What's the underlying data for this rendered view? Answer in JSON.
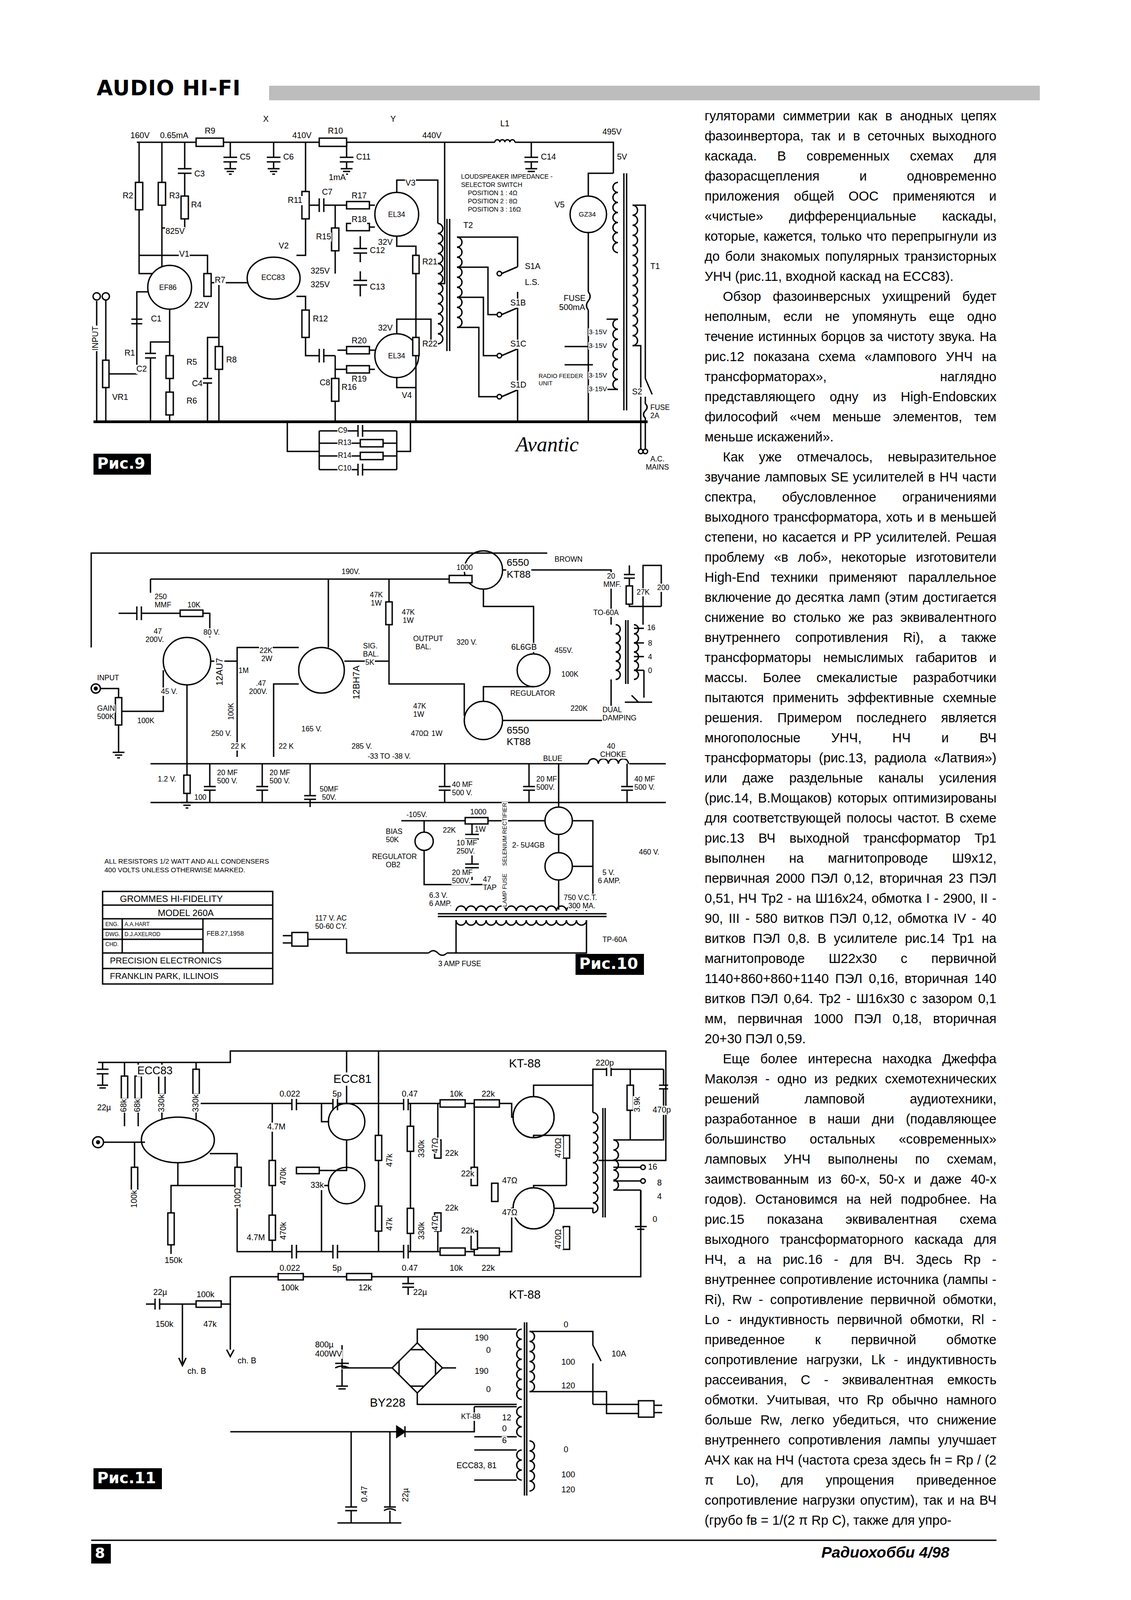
{
  "diagram": {
    "title": "AUDIO HI-FI",
    "nodes": [
      {
        "text": [
          "Рис.9"
        ]
      },
      {
        "text": [
          "Рис.10"
        ]
      },
      {
        "text": [
          "Рис.11"
        ]
      },
      {
        "text": [
          "8"
        ]
      }
    ],
    "labels": [
      "гуляторами симметрии как в анодных цепях фазоинвертора, так и в сеточных выходного каскада. В современных схемах для фазорасщепления и одновременно приложения общей ООС применяются и «чистые» дифференциальные каскады, которые, кажется, только что перепрыгнули из до боли знакомых популярных транзисторных УНЧ (рис.11, входной каскад на ECC83).",
      "Обзор фазоинверсных ухищрений будет неполным, если не упомянуть еще одно течение истинных борцов за чистоту звука. На рис.12 показана схема «лампового УНЧ на трансформаторах», наглядно представляющего одну из High-Endовских философий «чем меньше элементов, тем меньше искажений».",
      "Как уже отмечалось, невыразительное звучание ламповых SE усилителей в НЧ части спектра, обусловленное ограничениями выходного трансформатора, хоть и в меньшей степени, но касается и PP усилителей. Решая проблему «в лоб», некоторые изготовители High-End техники применяют параллельное включение до десятка ламп (этим достигается снижение во столько же раз эквивалентного внутреннего сопротивления Ri), а также трансформаторы немыслимых габаритов и массы. Более смекалистые разработчики пытаются применить эффективные схемные решения. Примером последнего является многополосные УНЧ, НЧ и ВЧ трансформаторы (рис.13, радиола «Латвия») или даже раздельные каналы усиления (рис.14, В.Мощаков) которых оптимизированы для соответствующей полосы частот. В схеме рис.13 ВЧ выходной трансформатор Тр1 выполнен на магнитопроводе Ш9х12, первичная 2000 ПЭЛ 0,12, вторичная 23 ПЭЛ 0,51, НЧ Тр2 - на Ш16х24, обмотка I - 2900, II - 90, III - 580 витков ПЭЛ 0,12, обмотка IV - 40 витков ПЭЛ 0,8. В усилителе рис.14 Тр1 на магнитопроводе Ш22х30 с первичной 1140+860+860+1140 ПЭЛ 0,16, вторичная 140 витков ПЭЛ 0,64. Тр2 - Ш16х30 с зазором 0,1 мм, первичная 1000 ПЭЛ 0,18, вторичная 20+30 ПЭЛ 0,59.",
      "Еще более интересна находка Джеффа Маколэя - одно из редких схемотехнических решений ламповой аудиотехники, разработанное в наши дни (подавляющее большинство остальных «современных» ламповых УНЧ выполнены по схемам, заимствованным из 60-х, 50-х и даже 40-х годов). Остановимся на ней подробнее. На рис.15 показана эквивалентная схема выходного трансформаторного каскада для НЧ, а на рис.16 - для ВЧ. Здесь Rp - внутреннее сопротивление источника (лампы -Ri), Rw - сопротивление первичной обмотки, Lo - индуктивность первичной обмотки, Rl - приведенное к первичной обмотке сопротивление нагрузки, Lk - индуктивность рассеивания, C - эквивалентная емкость обмотки. Учитывая, что Rp обычно намного больше Rw, легко убедиться, что снижение внутреннего сопротивления лампы улучшает АЧХ как на НЧ (частота среза здесь fн = Rp / (2 π Lo), для упрощения приведенное сопротивление нагрузки опустим), так и на ВЧ (грубо fв = 1/(2 π Rp C), также для упро-",
      "Радиохобби 4/98",
      "160V",
      "0.65mA",
      "R9",
      "X",
      "410V",
      "R10",
      "Y",
      "440V",
      "L1",
      "495V",
      "C5",
      "C6",
      "C11",
      "C14",
      "C3",
      "R2",
      "R3",
      "R4",
      "825V",
      "V1",
      "EF86",
      "22V",
      "V2",
      "ECC83",
      "325V",
      "325V",
      "R7",
      "R11",
      "1mA",
      "C7",
      "R17",
      "R18",
      "R15",
      "C12",
      "C13",
      "R16",
      "R19",
      "R20",
      "C8",
      "R12",
      "V3",
      "EL34",
      "32V",
      "R21",
      "V4",
      "EL34",
      "32V",
      "R22",
      "T2",
      "LOUDSPEAKER IMPEDANCE -",
      "SELECTOR SWITCH",
      "POSITION 1 : 4Ω",
      "POSITION 2 : 8Ω",
      "POSITION 3 : 16Ω",
      "S1A",
      "L.S.",
      "S1B",
      "S1C",
      "S1D",
      "V5",
      "GZ34",
      "5V",
      "FUSE",
      "500mA",
      "T1",
      "3·15V",
      "3·15V",
      "3·15V",
      "3·15V",
      "RADIO FEEDER",
      "UNIT",
      "S2",
      "FUSE",
      "2A",
      "A.C.",
      "MAINS",
      "INPUT",
      "VR1",
      "C1",
      "R1",
      "C2",
      "R5",
      "R6",
      "C4",
      "R8",
      "C9",
      "R13",
      "R14",
      "C10",
      "Avantic",
      "190V.",
      "1000",
      "6550",
      "KT88",
      "BROWN",
      "250",
      "MMF",
      "10K",
      "47",
      "200V.",
      "80 V.",
      "47K",
      "1W",
      "47K",
      "1W",
      "OUTPUT",
      "BAL.",
      "SIG.",
      "BAL.",
      "5K",
      "12BH7A",
      "22K",
      "2W",
      ".47",
      "200V.",
      "1M",
      "12AU7",
      "INPUT",
      "GAIN",
      "500K",
      "100K",
      "100K",
      "45 V.",
      "250 V.",
      "1.2 V.",
      "100",
      "22 K",
      "20 MF",
      "500 V.",
      "22 K",
      "20 MF",
      "500 V.",
      "165 V.",
      "285 V.",
      "-33 TO -38 V.",
      "470Ω",
      "1W",
      "50MF",
      "50V.",
      "40 MF",
      "500 V.",
      "47K",
      "1W",
      "6550",
      "KT88",
      "320 V.",
      "6L6GB",
      "REGULATOR",
      "455V.",
      "100K",
      "220K",
      "BLUE",
      "20",
      "MMF.",
      "27K",
      "200",
      "TO-60A",
      "16",
      "8",
      "4",
      "0",
      "DUAL",
      "DAMPING",
      "40",
      "CHOKE",
      "20 MF",
      "500V.",
      "40 MF",
      "500 V.",
      "2- 5U4GB",
      "460 V.",
      "5 V.",
      "6 AMP.",
      "750 V.C.T.",
      "300 MA.",
      "6.3 V.",
      "6 AMP.",
      "BIAS",
      "50K",
      "REGULATOR",
      "OB2",
      "-105V.",
      "1000",
      "1W",
      "22K",
      "10 MF",
      "250V.",
      "20 MF",
      "500V.",
      "47",
      "TAP",
      "SELENIUM RECTIFIER",
      "LAMP FUSE",
      "TP-60A",
      "ALL RESISTORS 1/2 WATT AND ALL CONDENSERS 400 VOLTS UNLESS OTHERWISE MARKED.",
      "117 V. AC",
      "50-60 CY.",
      "3 AMP FUSE",
      "GROMMES HI-FIDELITY",
      "MODEL 260A",
      "ENG.",
      "A.A.HART",
      "DWG.",
      "D.J.AXELROD",
      "CHD.",
      "FEB.27,1958",
      "PRECISION ELECTRONICS",
      "FRANKLIN PARK, ILLINOIS",
      "ECC83",
      "ECC81",
      "KT-88",
      "220p",
      "3.9k",
      "470p",
      "22µ",
      "68k",
      "68k",
      "330k",
      "330k",
      "0.022",
      "5p",
      "0.47",
      "10k",
      "22k",
      "4.7M",
      "470k",
      "33k",
      "470k",
      "4.7M",
      "47k",
      "47k",
      "330k",
      "330k",
      "47Ω",
      "47Ω",
      "22k",
      "22k",
      "22k",
      "22k",
      "47Ω",
      "47Ω",
      "470Ω",
      "470Ω",
      "16",
      "8",
      "4",
      "0",
      "100k",
      "100Ω",
      "150k",
      "0.022",
      "5p",
      "0.47",
      "10k",
      "22k",
      "KT-88",
      "100k",
      "12k",
      "22µ",
      "22µ",
      "100k",
      "150k",
      "47k",
      "ch. B",
      "ch. B",
      "800µ",
      "400WV",
      "BY228",
      "190",
      "0",
      "190",
      "0",
      "0",
      "100",
      "120",
      "10A",
      "KT-88",
      "12",
      "0",
      "6",
      "ECC83, 81",
      "0",
      "100",
      "120",
      "0.47",
      "22µ"
    ]
  }
}
